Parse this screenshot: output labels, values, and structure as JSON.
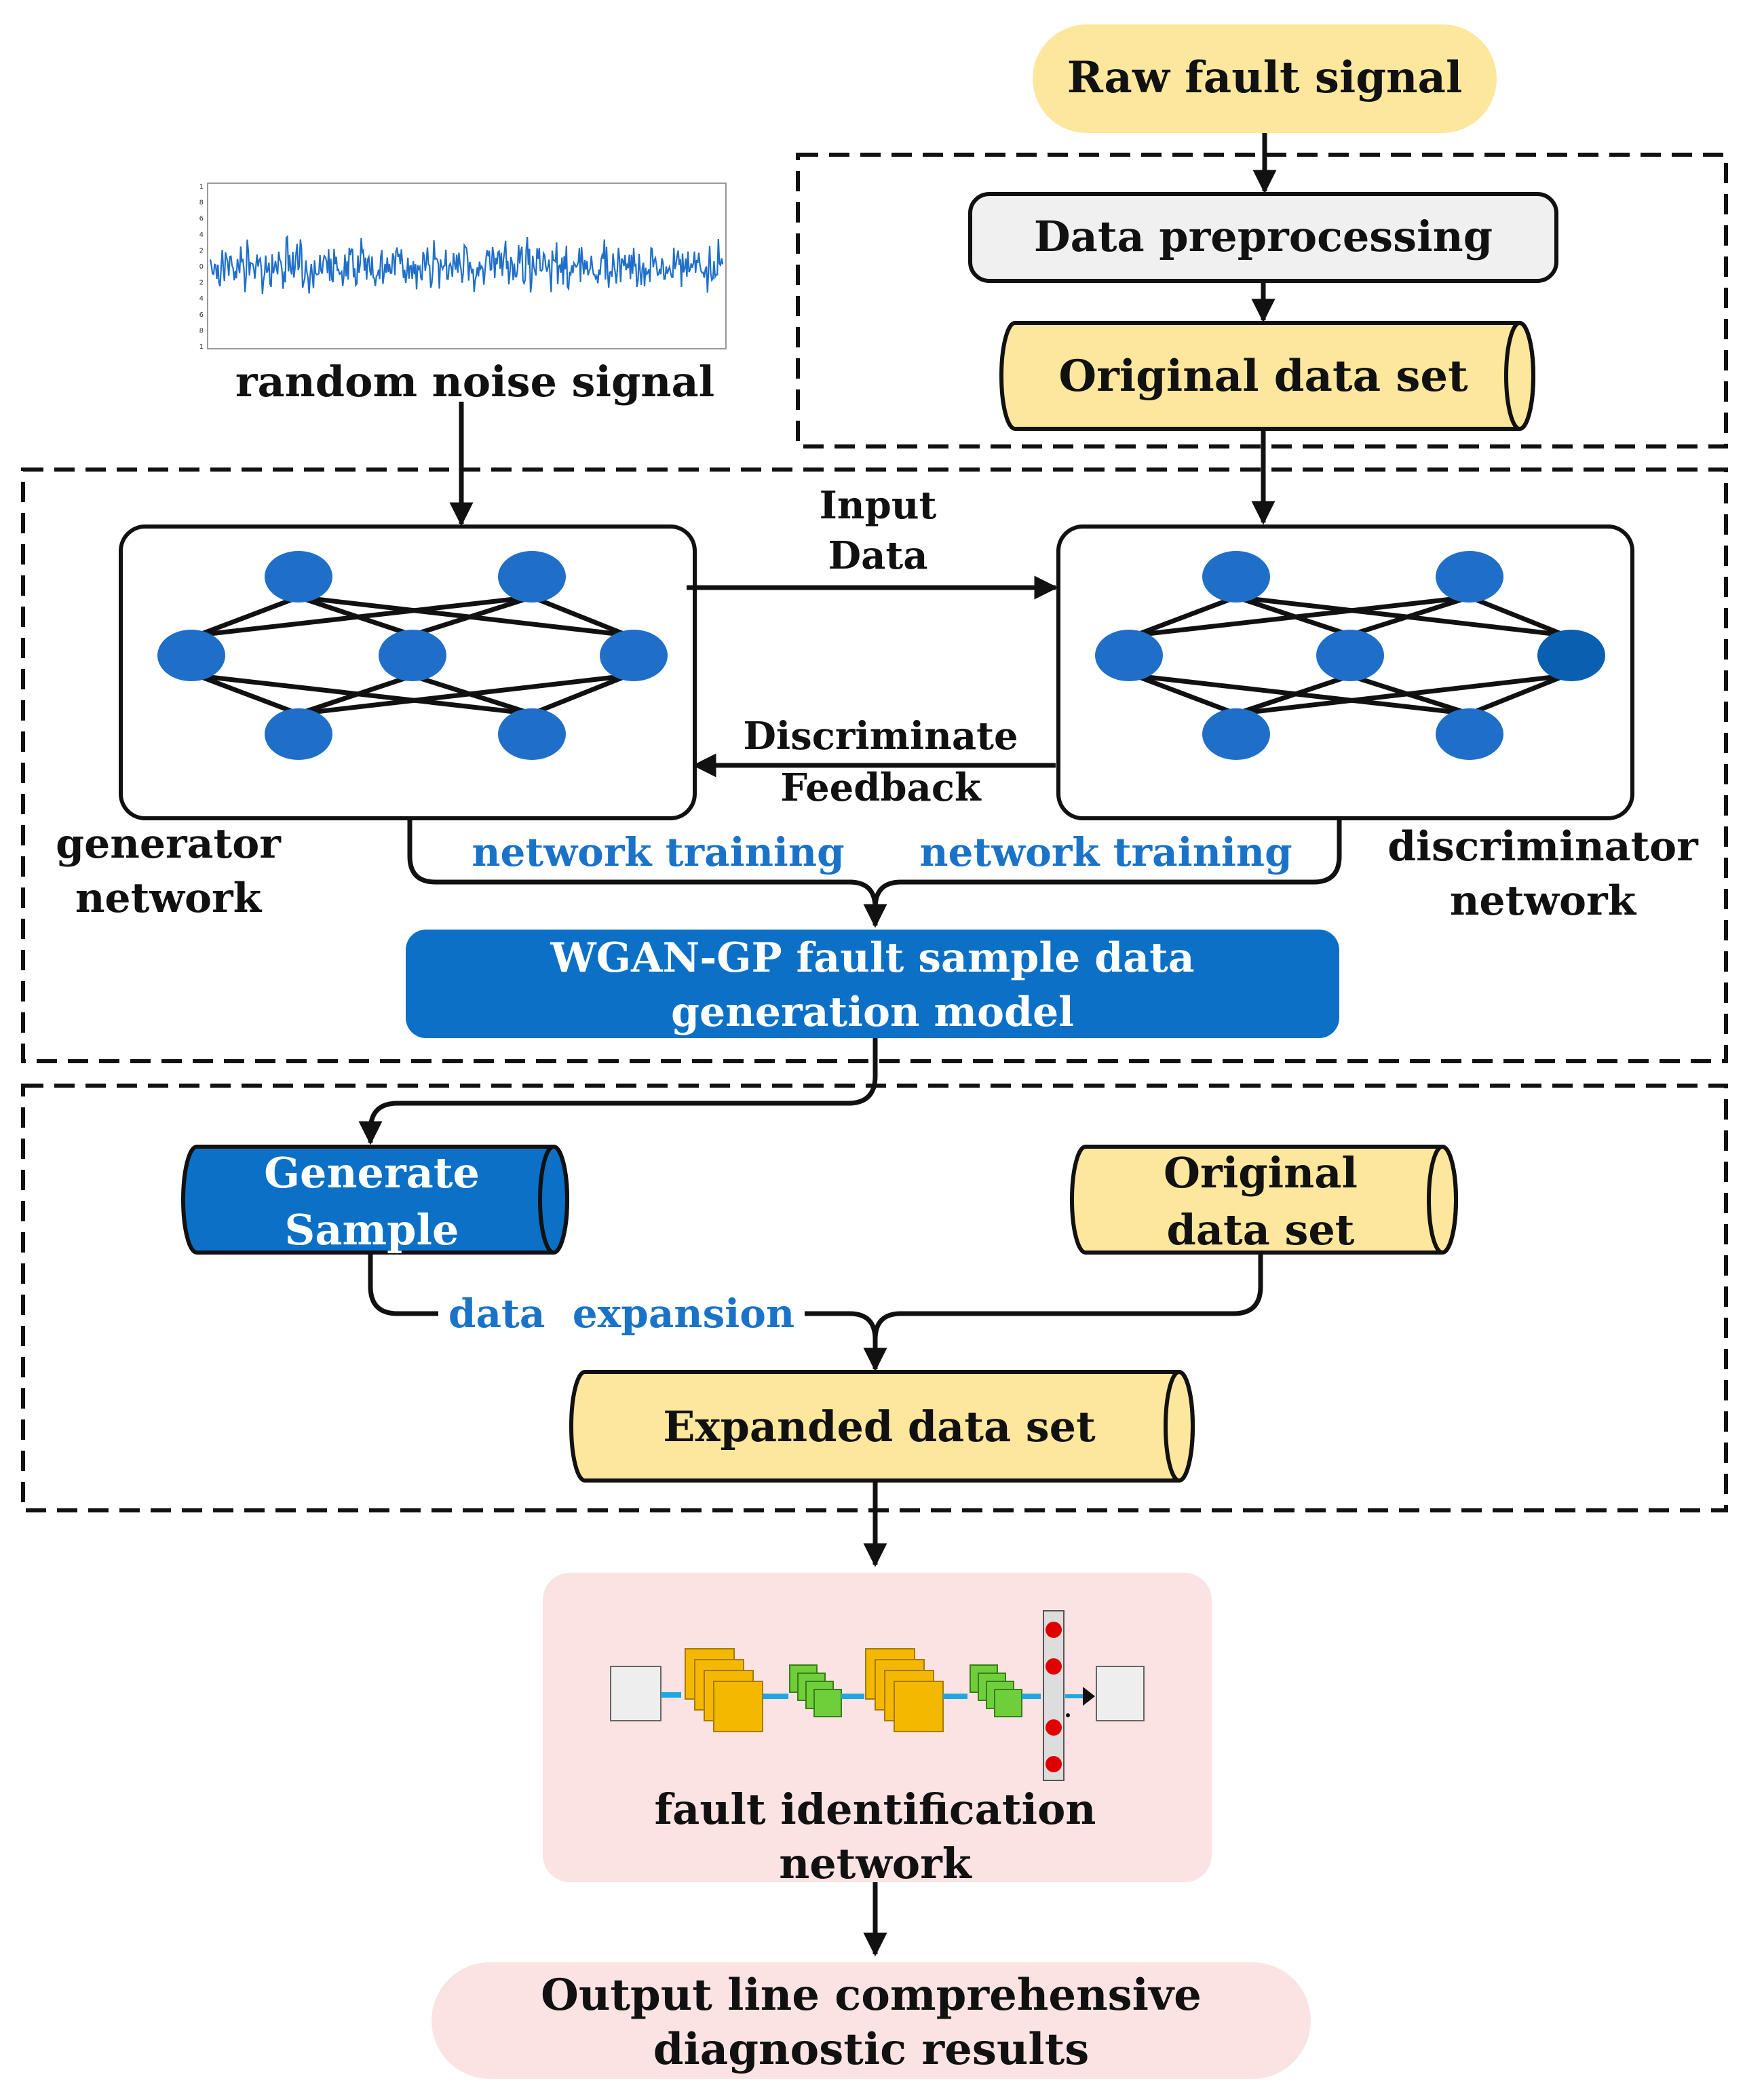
{
  "raw_signal": "Raw fault signal",
  "preprocessing": "Data preprocessing",
  "original_set": "Original data set",
  "noise_label": "random noise signal",
  "noise_ticks": [
    "1",
    "8",
    "6",
    "4",
    "2",
    "0",
    "2",
    "4",
    "6",
    "8",
    "1"
  ],
  "input_data": [
    "Input",
    "Data"
  ],
  "feedback": [
    "Discriminate",
    "Feedback"
  ],
  "generator": [
    "generator",
    "network"
  ],
  "discriminator": [
    "discriminator",
    "network"
  ],
  "training_left": "network training",
  "training_right": "network training",
  "wgan": [
    "WGAN-GP fault sample data",
    "generation model"
  ],
  "generate_sample": [
    "Generate",
    "Sample"
  ],
  "original_set_2": [
    "Original",
    "data set"
  ],
  "data_expansion": "data  expansion",
  "expanded_set": "Expanded data set",
  "fault_network": [
    "fault identification",
    "network"
  ],
  "output": [
    "Output line comprehensive",
    "diagnostic results"
  ],
  "colors": {
    "yellow": "#fde79c",
    "blue": "#0b70c6",
    "node_blue": "#1f6fc9",
    "grey": "#f0f0f0",
    "pink": "#fce3e3",
    "label_blue": "#1a73c8"
  }
}
